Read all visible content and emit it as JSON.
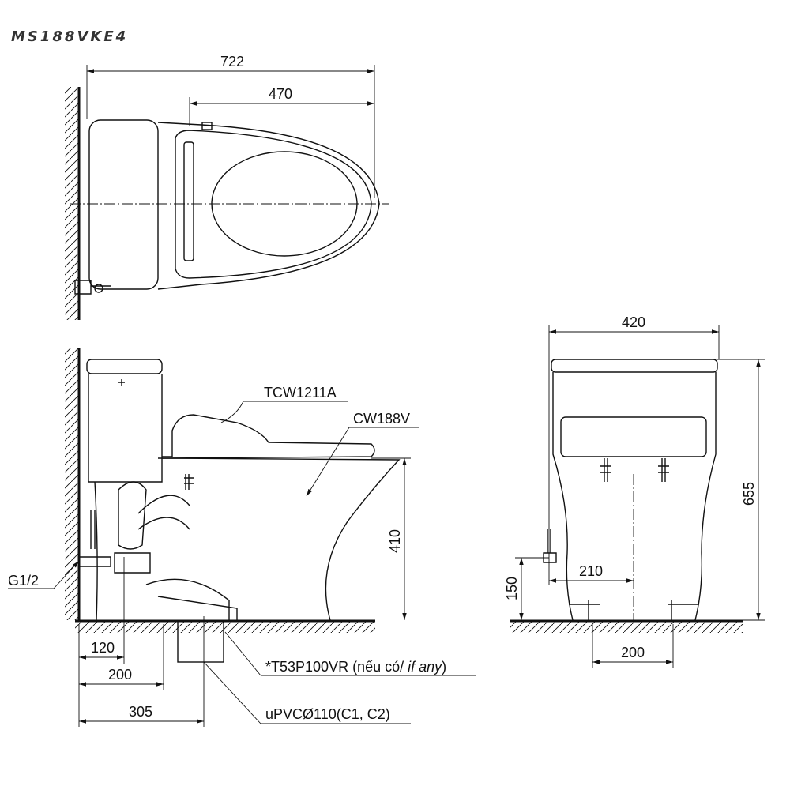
{
  "title": "MS188VKE4",
  "top_view": {
    "dim_overall": "722",
    "dim_seat": "470"
  },
  "side_view": {
    "label_seat": "TCW1211A",
    "label_bowl": "CW188V",
    "dim_height": "410",
    "label_inlet": "G1/2",
    "dim_120": "120",
    "dim_200": "200",
    "dim_305": "305",
    "label_adapter": "*T53P100VR (nếu có/ ",
    "label_adapter_italic": "if any",
    "label_adapter_end": ")",
    "label_pipe": "uPVCØ110(C1, C2)"
  },
  "front_view": {
    "dim_width": "420",
    "dim_height": "655",
    "dim_inlet_offset": "210",
    "dim_inlet_height": "150",
    "dim_bolts": "200"
  }
}
